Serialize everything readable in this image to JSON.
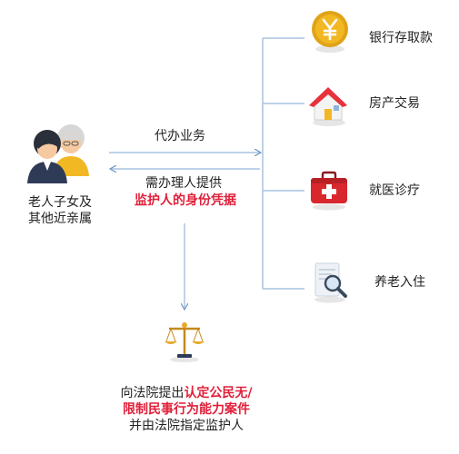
{
  "people": {
    "label_line1": "老人子女及",
    "label_line2": "其他近亲属"
  },
  "arrows": {
    "proxy_label": "代办业务",
    "provide_label": "需办理人提供",
    "provide_emphasis": "监护人的身份凭据"
  },
  "services": [
    {
      "label": "银行存取款",
      "icon": "yuan-coin-icon"
    },
    {
      "label": "房产交易",
      "icon": "house-icon"
    },
    {
      "label": "就医诊疗",
      "icon": "medical-kit-icon"
    },
    {
      "label": "养老入住",
      "icon": "document-magnifier-icon"
    }
  ],
  "court": {
    "icon": "scales-of-justice-icon",
    "line1_prefix": "向法院提出",
    "line1_emphasis": "认定公民无/",
    "line2_emphasis": "限制民事行为能力案件",
    "line3": "并由法院指定监护人"
  },
  "colors": {
    "line": "#a9c4e0",
    "arrow": "#6f95c4",
    "emphasis": "#e0203a",
    "coin": "#f2b824",
    "house_roof": "#e6323c",
    "kit": "#d9272e"
  }
}
